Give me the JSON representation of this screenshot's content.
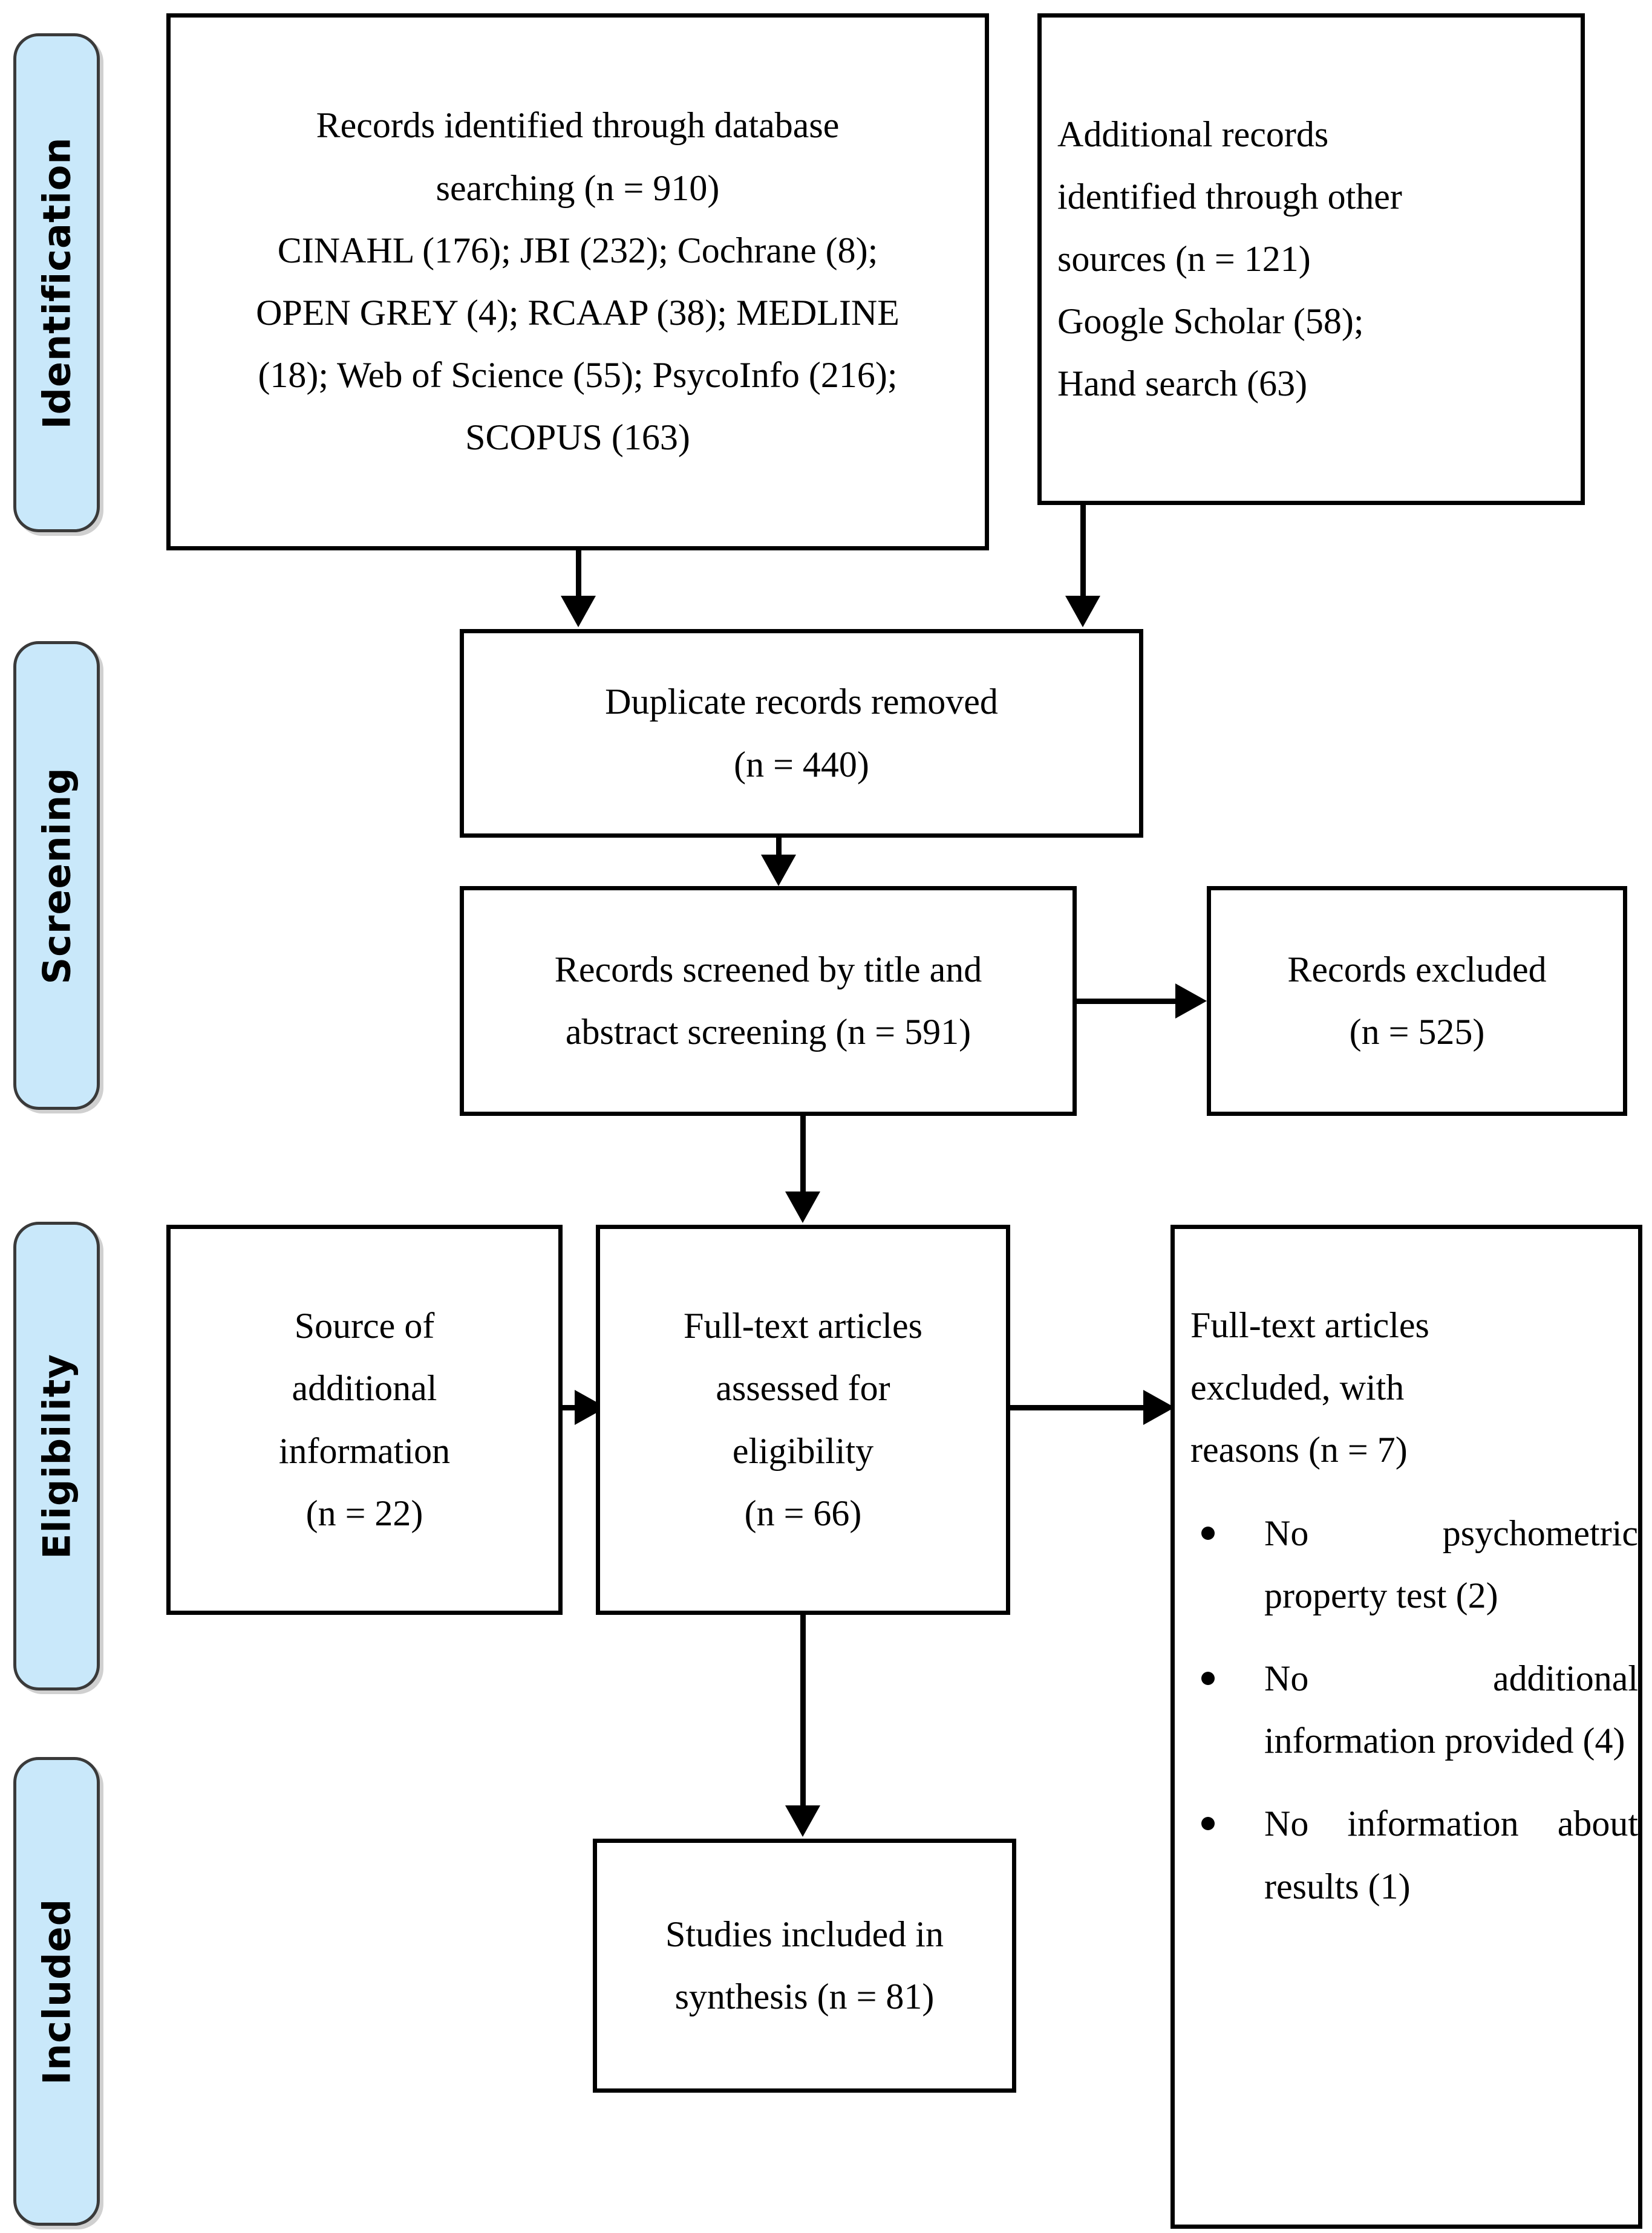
{
  "diagram": {
    "title": "PRISMA flow diagram",
    "type": "prisma-flowchart",
    "accent_color": "#c9e8fa",
    "line_color": "#000000"
  },
  "stages": [
    {
      "key": "identification",
      "label": "Identification"
    },
    {
      "key": "screening",
      "label": "Screening"
    },
    {
      "key": "eligibility",
      "label": "Eligibility"
    },
    {
      "key": "included",
      "label": "Included"
    }
  ],
  "boxes": {
    "database_records": {
      "lines": [
        "Records identified through database",
        "searching (n = 910)",
        "CINAHL (176); JBI (232); Cochrane (8);",
        "OPEN GREY (4); RCAAP (38); MEDLINE",
        "(18); Web of Science (55); PsycoInfo (216);",
        "SCOPUS (163)"
      ]
    },
    "other_records": {
      "lines": [
        "Additional records",
        "identified through other",
        "sources (n = 121)",
        "Google Scholar (58);",
        "Hand search (63)"
      ]
    },
    "duplicates_removed": {
      "lines": [
        "Duplicate records removed",
        "(n = 440)"
      ]
    },
    "records_screened": {
      "lines": [
        "Records screened by title and",
        "abstract screening (n = 591)"
      ]
    },
    "records_excluded": {
      "lines": [
        "Records excluded",
        "(n = 525)"
      ]
    },
    "additional_information_source": {
      "lines": [
        "Source of",
        "additional",
        "information",
        "(n = 22)"
      ]
    },
    "fulltext_assessed": {
      "lines": [
        "Full-text articles",
        "assessed for",
        "eligibility",
        "(n = 66)"
      ]
    },
    "fulltext_excluded": {
      "lines": [
        "Full-text articles",
        "excluded, with",
        "reasons (n = 7)"
      ],
      "reasons": [
        "No psychometric property test (2)",
        "No additional information provided (4)",
        "No information about results (1)"
      ]
    },
    "studies_included": {
      "lines": [
        "Studies included in",
        "synthesis (n = 81)"
      ]
    }
  },
  "chart_data": {
    "type": "diagram",
    "title": "PRISMA flow diagram",
    "nodes": [
      {
        "id": "database_records",
        "stage": "Identification",
        "n": 910,
        "sources": {
          "CINAHL": 176,
          "JBI": 232,
          "Cochrane": 8,
          "OPEN GREY": 4,
          "RCAAP": 38,
          "MEDLINE": 18,
          "Web of Science": 55,
          "PsycoInfo": 216,
          "SCOPUS": 163
        }
      },
      {
        "id": "other_records",
        "stage": "Identification",
        "n": 121,
        "sources": {
          "Google Scholar": 58,
          "Hand search": 63
        }
      },
      {
        "id": "duplicates_removed",
        "stage": "Screening",
        "n": 440
      },
      {
        "id": "records_screened",
        "stage": "Screening",
        "n": 591
      },
      {
        "id": "records_excluded",
        "stage": "Screening",
        "n": 525
      },
      {
        "id": "additional_information_source",
        "stage": "Eligibility",
        "n": 22
      },
      {
        "id": "fulltext_assessed",
        "stage": "Eligibility",
        "n": 66
      },
      {
        "id": "fulltext_excluded",
        "stage": "Eligibility",
        "n": 7,
        "reasons": {
          "No psychometric property test": 2,
          "No additional information provided": 4,
          "No information about results": 1
        }
      },
      {
        "id": "studies_included",
        "stage": "Included",
        "n": 81
      }
    ],
    "edges": [
      {
        "from": "database_records",
        "to": "duplicates_removed"
      },
      {
        "from": "other_records",
        "to": "duplicates_removed"
      },
      {
        "from": "duplicates_removed",
        "to": "records_screened"
      },
      {
        "from": "records_screened",
        "to": "records_excluded"
      },
      {
        "from": "records_screened",
        "to": "fulltext_assessed"
      },
      {
        "from": "additional_information_source",
        "to": "fulltext_assessed"
      },
      {
        "from": "fulltext_assessed",
        "to": "fulltext_excluded"
      },
      {
        "from": "fulltext_assessed",
        "to": "studies_included"
      }
    ]
  }
}
